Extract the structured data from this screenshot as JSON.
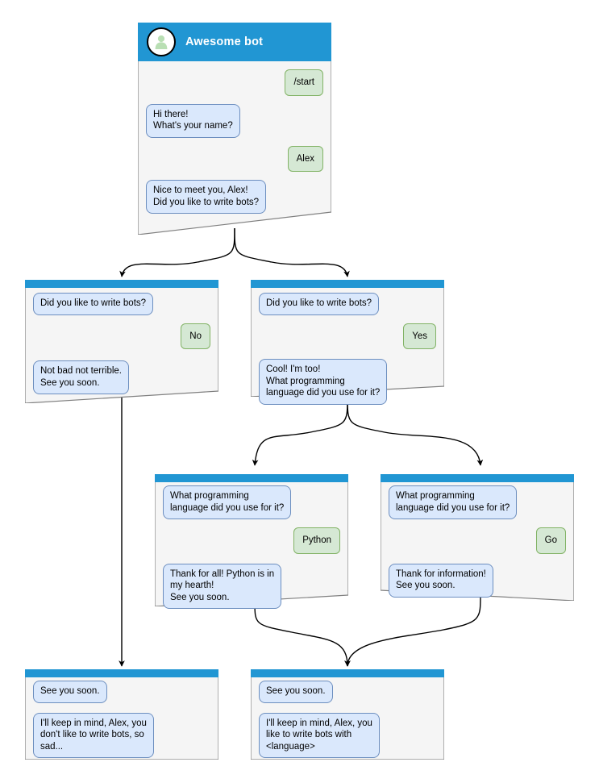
{
  "diagram": {
    "title": "Awesome bot conversation flow",
    "colors": {
      "header_blue": "#2196d3",
      "window_body": "#f5f5f5",
      "window_border": "#808080",
      "bot_bubble_fill": "#dae8fc",
      "bot_bubble_border": "#6c8ebf",
      "user_chip_fill": "#d5e8d4",
      "user_chip_border": "#82b366",
      "avatar_person": "#b9dfb4",
      "edge": "#000000"
    }
  },
  "nodes": {
    "root": {
      "title": "Awesome bot",
      "avatar_icon": "person-avatar-icon",
      "messages": [
        {
          "side": "user",
          "text": "/start"
        },
        {
          "side": "bot",
          "text": "Hi there!\nWhat's your name?"
        },
        {
          "side": "user",
          "text": "Alex"
        },
        {
          "side": "bot",
          "text": "Nice to meet you, Alex!\nDid you like to write bots?"
        }
      ]
    },
    "no_branch": {
      "messages": [
        {
          "side": "bot",
          "text": "Did you like to write bots?"
        },
        {
          "side": "user",
          "text": "No"
        },
        {
          "side": "bot",
          "text": "Not bad not terrible.\nSee you soon."
        }
      ]
    },
    "yes_branch": {
      "messages": [
        {
          "side": "bot",
          "text": "Did you like to write bots?"
        },
        {
          "side": "user",
          "text": "Yes"
        },
        {
          "side": "bot",
          "text": "Cool! I'm too!\nWhat programming\nlanguage did you use for it?"
        }
      ]
    },
    "python_branch": {
      "messages": [
        {
          "side": "bot",
          "text": "What programming\nlanguage did you use for it?"
        },
        {
          "side": "user",
          "text": "Python"
        },
        {
          "side": "bot",
          "text": "Thank for all! Python is in\nmy hearth!\nSee you soon."
        }
      ]
    },
    "go_branch": {
      "messages": [
        {
          "side": "bot",
          "text": "What programming\nlanguage did you use for it?"
        },
        {
          "side": "user",
          "text": "Go"
        },
        {
          "side": "bot",
          "text": "Thank for information!\nSee you soon."
        }
      ]
    },
    "end_sad": {
      "messages": [
        {
          "side": "bot",
          "text": "See you soon."
        },
        {
          "side": "bot",
          "text": "I'll keep in mind, Alex, you\ndon't like to write bots, so\nsad..."
        }
      ]
    },
    "end_happy": {
      "messages": [
        {
          "side": "bot",
          "text": "See you soon."
        },
        {
          "side": "bot",
          "text": "I'll keep in mind, Alex, you\nlike to write bots with\n<language>"
        }
      ]
    }
  }
}
